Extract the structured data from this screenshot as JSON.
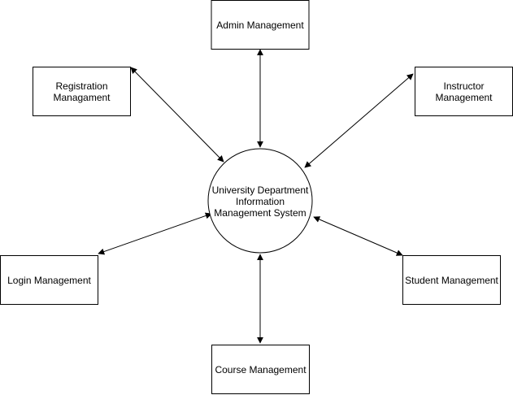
{
  "diagram": {
    "center": {
      "lines": [
        "University Department",
        "Information",
        "Management System"
      ]
    },
    "modules": [
      {
        "id": "admin",
        "lines": [
          "Admin Management"
        ]
      },
      {
        "id": "registration",
        "lines": [
          "Registration",
          "Managament"
        ]
      },
      {
        "id": "instructor",
        "lines": [
          "Instructor",
          "Management"
        ]
      },
      {
        "id": "login",
        "lines": [
          "Login Management"
        ]
      },
      {
        "id": "student",
        "lines": [
          "Student Management"
        ]
      },
      {
        "id": "course",
        "lines": [
          "Course Management"
        ]
      }
    ]
  },
  "colors": {
    "stroke": "#000000",
    "fill": "#ffffff",
    "text": "#000000"
  }
}
